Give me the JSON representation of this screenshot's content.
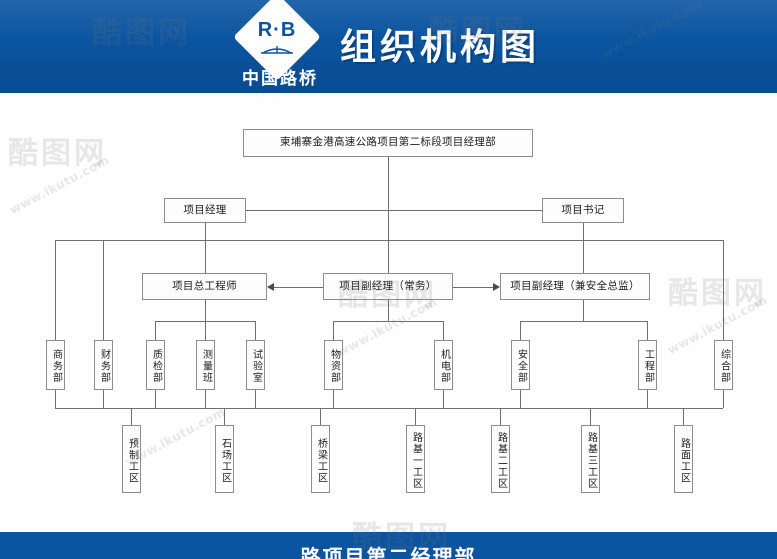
{
  "header": {
    "logo_rb": "R·B",
    "logo_company_cn": "中国路桥",
    "title": "组织机构图"
  },
  "footer": {
    "title": "路项目第二经理部"
  },
  "watermarks": {
    "mark": "酷图网",
    "url": "www.ikutu.com"
  },
  "chart_data": {
    "type": "diagram",
    "title": "组织机构图",
    "levels": [
      {
        "level": 1,
        "nodes": [
          {
            "id": "root",
            "label": "柬埔寨金港高速公路项目第二标段项目经理部"
          }
        ]
      },
      {
        "level": 2,
        "nodes": [
          {
            "id": "pm",
            "label": "项目经理"
          },
          {
            "id": "secretary",
            "label": "项目书记"
          }
        ]
      },
      {
        "level": 3,
        "nodes": [
          {
            "id": "chief-engineer",
            "label": "项目总工程师"
          },
          {
            "id": "deputy-standing",
            "label": "项目副经理（常务）"
          },
          {
            "id": "deputy-safety",
            "label": "项目副经理（兼安全总监）"
          }
        ]
      },
      {
        "level": 4,
        "nodes": [
          {
            "id": "dept-business",
            "label": "商务部"
          },
          {
            "id": "dept-finance",
            "label": "财务部"
          },
          {
            "id": "dept-quality",
            "label": "质检部"
          },
          {
            "id": "dept-survey",
            "label": "测量班"
          },
          {
            "id": "dept-lab",
            "label": "试验室"
          },
          {
            "id": "dept-material",
            "label": "物资部"
          },
          {
            "id": "dept-mechanic",
            "label": "机电部"
          },
          {
            "id": "dept-safety",
            "label": "安全部"
          },
          {
            "id": "dept-engineer",
            "label": "工程部"
          },
          {
            "id": "dept-general",
            "label": "综合部"
          }
        ]
      },
      {
        "level": 5,
        "nodes": [
          {
            "id": "zone-precast",
            "label": "预制工区"
          },
          {
            "id": "zone-quarry",
            "label": "石场工区"
          },
          {
            "id": "zone-bridge",
            "label": "桥梁工区"
          },
          {
            "id": "zone-sub1",
            "label": "路基一工区"
          },
          {
            "id": "zone-sub2",
            "label": "路基二工区"
          },
          {
            "id": "zone-sub3",
            "label": "路基三工区"
          },
          {
            "id": "zone-surface",
            "label": "路面工区"
          }
        ]
      }
    ],
    "arrows": [
      {
        "from": "deputy-standing",
        "to": "chief-engineer",
        "direction": "left"
      },
      {
        "from": "deputy-standing",
        "to": "deputy-safety",
        "direction": "right"
      }
    ],
    "colors": {
      "banner": "#0a54a0",
      "box_border": "#8d8d8d",
      "connector": "#6f6f6f",
      "text": "#1c1c1c"
    }
  }
}
